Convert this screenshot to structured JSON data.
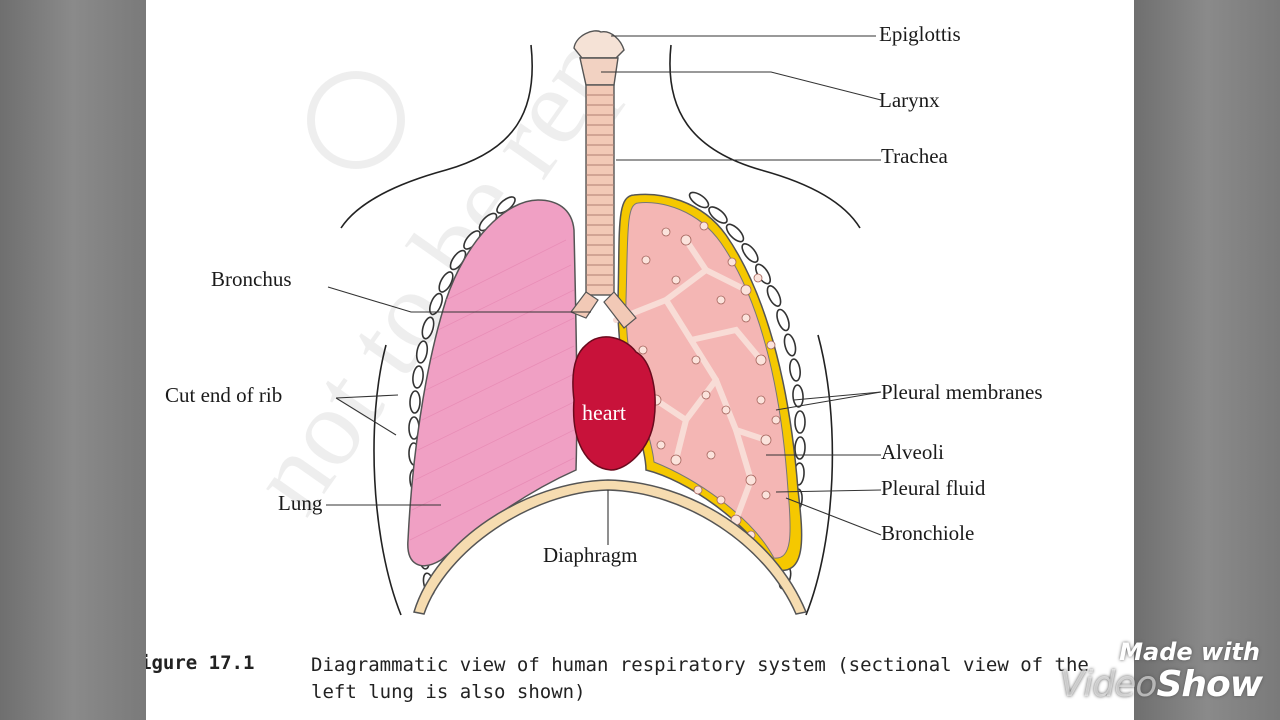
{
  "labels": {
    "epiglottis": "Epiglottis",
    "larynx": "Larynx",
    "trachea": "Trachea",
    "bronchus": "Bronchus",
    "cut_end_of_rib": "Cut end of rib",
    "pleural_membranes": "Pleural membranes",
    "alveoli": "Alveoli",
    "pleural_fluid": "Pleural fluid",
    "lung": "Lung",
    "bronchiole": "Bronchiole",
    "diaphragm": "Diaphragm",
    "heart": "heart"
  },
  "caption": {
    "figure_number": "igure 17.1",
    "text": "Diagrammatic view of human respiratory system (sectional view of the left lung is also shown)"
  },
  "watermark": {
    "made_with": "Made with",
    "brand_video": "Video",
    "brand_show": "Show"
  },
  "colors": {
    "lung_pink": "#f0a0c4",
    "lung_section": "#f4b6b4",
    "pleura_yellow": "#f5c800",
    "heart_red": "#c8123a",
    "diaphragm": "#f6dcb0",
    "trachea": "#f2c9b6"
  }
}
